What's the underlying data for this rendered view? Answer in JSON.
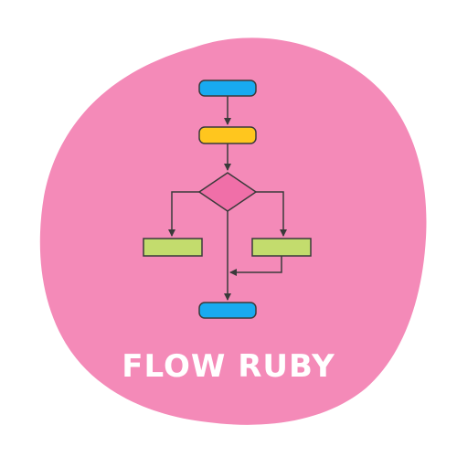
{
  "title": "FLOW RUBY",
  "colors": {
    "background": "#ffffff",
    "blob": "#f48ab8",
    "terminal": "#18aaf0",
    "process": "#ffc61e",
    "decision": "#f06fa8",
    "branch": "#c3dc6d",
    "outline": "#3a3a3a",
    "title_text": "#ffffff"
  },
  "flowchart": {
    "nodes": [
      {
        "id": "start",
        "shape": "terminal-icon"
      },
      {
        "id": "step",
        "shape": "process-icon"
      },
      {
        "id": "decision",
        "shape": "decision-diamond-icon"
      },
      {
        "id": "branch-left",
        "shape": "branch-box-icon"
      },
      {
        "id": "branch-right",
        "shape": "branch-box-icon"
      },
      {
        "id": "end",
        "shape": "terminal-icon"
      }
    ]
  }
}
